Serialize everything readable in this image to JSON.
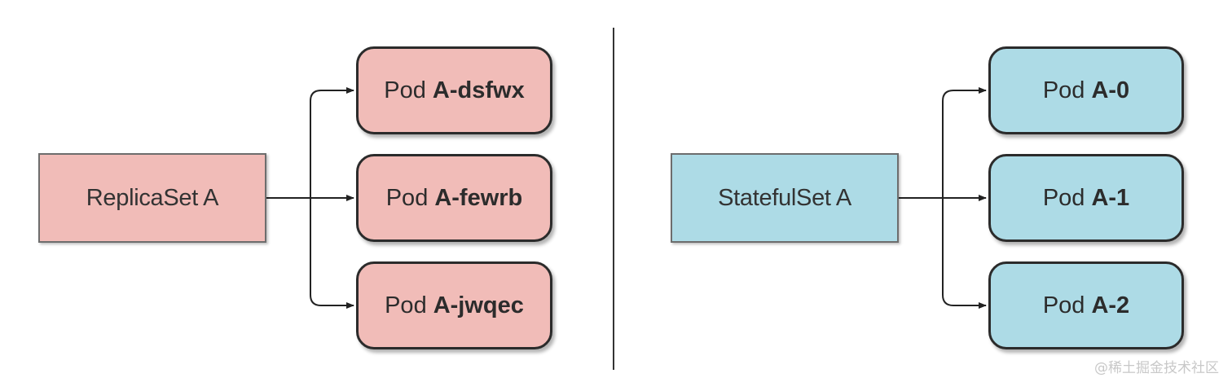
{
  "left_group": {
    "owner_label": "ReplicaSet A",
    "pods": [
      {
        "prefix": "Pod",
        "name": "A-dsfwx"
      },
      {
        "prefix": "Pod",
        "name": "A-fewrb"
      },
      {
        "prefix": "Pod",
        "name": "A-jwqec"
      }
    ],
    "color": "#f1bcb8"
  },
  "right_group": {
    "owner_label": "StatefulSet A",
    "pods": [
      {
        "prefix": "Pod",
        "name": "A-0"
      },
      {
        "prefix": "Pod",
        "name": "A-1"
      },
      {
        "prefix": "Pod",
        "name": "A-2"
      }
    ],
    "color": "#addbe6"
  },
  "watermark": "@稀土掘金技术社区"
}
